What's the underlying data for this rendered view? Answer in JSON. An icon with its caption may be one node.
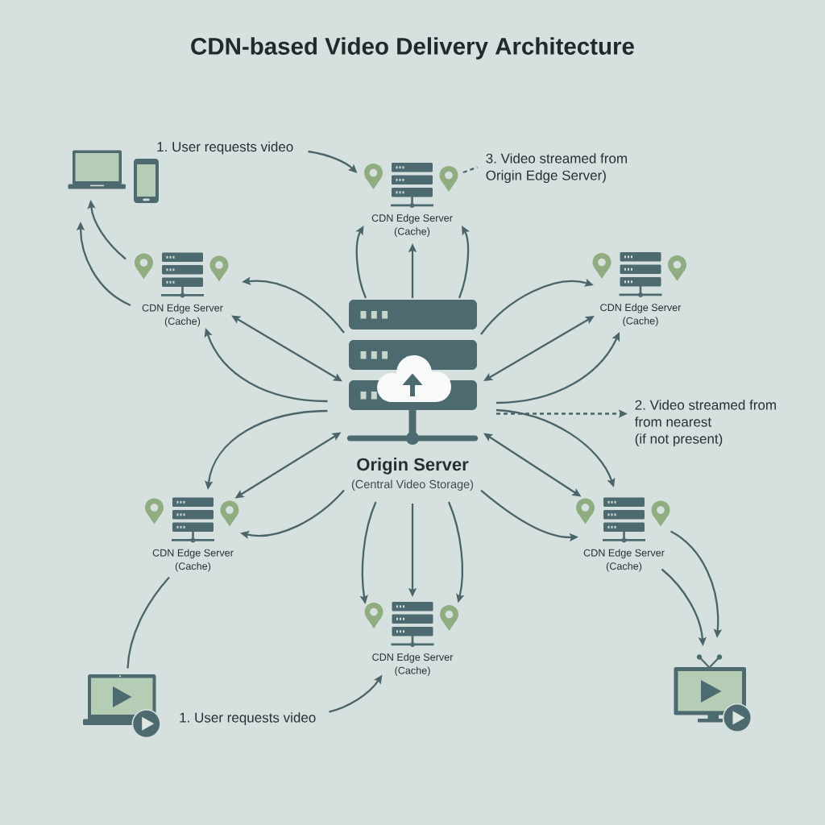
{
  "diagram": {
    "title": "CDN-based Video Delivery Architecture",
    "nodes": [
      {
        "text": [],
        "shape": "picture"
      },
      {
        "text": [
          "1. User requests video"
        ]
      },
      {
        "text": [
          "CDN Edge Server (Cache)"
        ]
      },
      {
        "text": [
          "3. Video streamed from Origin Edge Server)"
        ]
      },
      {
        "text": [
          "CDN Edge Server (Cache)"
        ]
      },
      {
        "text": [
          "CDN Edge Server (Cache)"
        ]
      },
      {
        "text": [
          "Origin Server",
          "(Central Video Storage)"
        ]
      },
      {
        "text": [
          "2. Video streamed from from nearest",
          "(if not present)"
        ]
      },
      {
        "text": [
          "CDN Edge Server (Cache)"
        ]
      },
      {
        "text": [
          "CDN Edge Server (Cache)"
        ]
      },
      {
        "text": [
          "CDN Edge Server (Cache)"
        ]
      },
      {
        "text": [],
        "shape": "picture"
      },
      {
        "text": [
          "1. User requests video"
        ]
      },
      {
        "text": [],
        "shape": "picture"
      }
    ],
    "edges": [
      {
        "from": 6,
        "to": 2,
        "arrow": "to"
      },
      {
        "from": 6,
        "to": 2,
        "arrow": "to"
      },
      {
        "from": 6,
        "to": 2,
        "arrow": "to"
      },
      {
        "from": 6,
        "to": 4,
        "arrow": "to"
      },
      {
        "from": 6,
        "to": 4,
        "arrow": "both"
      },
      {
        "from": 6,
        "to": 4,
        "arrow": "to"
      },
      {
        "from": 6,
        "to": 5,
        "arrow": "to"
      },
      {
        "from": 6,
        "to": 5,
        "arrow": "both"
      },
      {
        "from": 6,
        "to": 5,
        "arrow": "to"
      },
      {
        "from": 6,
        "to": 7,
        "arrow": "to",
        "style": "dashed"
      },
      {
        "from": 6,
        "to": 9,
        "arrow": "to"
      },
      {
        "from": 6,
        "to": 9,
        "arrow": "both"
      },
      {
        "from": 6,
        "to": 9,
        "arrow": "to"
      },
      {
        "from": 6,
        "to": 8,
        "arrow": "to"
      },
      {
        "from": 6,
        "to": 8,
        "arrow": "both"
      },
      {
        "from": 6,
        "to": 8,
        "arrow": "to"
      },
      {
        "from": 6,
        "to": 10,
        "arrow": "to"
      },
      {
        "from": 6,
        "to": 10,
        "arrow": "to"
      },
      {
        "from": 6,
        "to": 10,
        "arrow": "to"
      },
      {
        "from": 4,
        "to": 0,
        "arrow": "to"
      },
      {
        "from": 4,
        "to": 0,
        "arrow": "to"
      },
      {
        "from": 1,
        "to": 2,
        "arrow": "to"
      },
      {
        "from": 2,
        "to": 3,
        "arrow": "none",
        "style": "dashed"
      },
      {
        "from": 8,
        "to": 11,
        "arrow": "none"
      },
      {
        "from": 12,
        "to": 10,
        "arrow": "to"
      },
      {
        "from": 9,
        "to": 13,
        "arrow": "to"
      },
      {
        "from": 9,
        "to": 13,
        "arrow": "to"
      }
    ]
  }
}
